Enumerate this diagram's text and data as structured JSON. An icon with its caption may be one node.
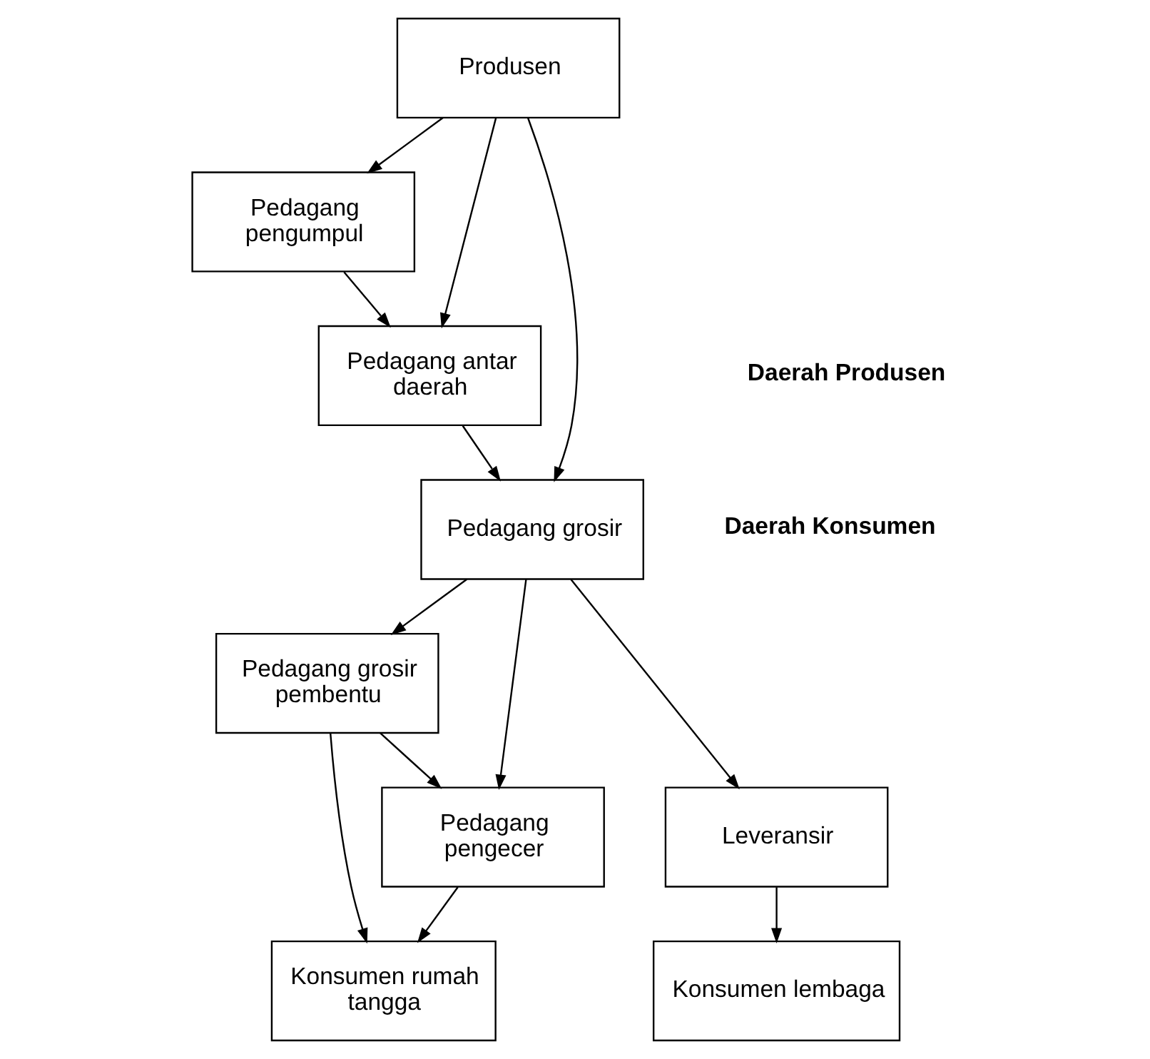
{
  "diagram": {
    "nodes": [
      {
        "text": [
          "Produsen"
        ]
      },
      {
        "text": [
          "Pedagang pengumpul"
        ]
      },
      {
        "text": [
          "Pedagang antar daerah"
        ]
      },
      {
        "text": [
          "Pedagang grosir"
        ]
      },
      {
        "text": [
          "Pedagang grosir pembentu"
        ]
      },
      {
        "text": [
          "Leveransir"
        ]
      },
      {
        "text": [
          "Pedagang pengecer"
        ]
      },
      {
        "text": [
          "Konsumen lembaga"
        ]
      },
      {
        "text": [
          "Konsumen rumah tangga"
        ]
      }
    ],
    "edges": [
      {
        "from": 0,
        "to": 1,
        "arrow": "to"
      },
      {
        "from": 0,
        "to": 2,
        "arrow": "to"
      },
      {
        "from": 1,
        "to": 2,
        "arrow": "to"
      },
      {
        "from": 0,
        "to": 3,
        "arrow": "to"
      },
      {
        "from": 2,
        "to": 3,
        "arrow": "to"
      },
      {
        "from": 3,
        "to": 4,
        "arrow": "to"
      },
      {
        "from": 3,
        "to": 5,
        "arrow": "to"
      },
      {
        "from": 3,
        "to": 6,
        "arrow": "to"
      },
      {
        "from": 4,
        "to": 6,
        "arrow": "to"
      },
      {
        "from": 4,
        "to": 8,
        "arrow": "to"
      },
      {
        "from": 5,
        "to": 7,
        "arrow": "to"
      },
      {
        "from": 6,
        "to": 8,
        "arrow": "to"
      }
    ],
    "labels": [
      "Daerah Produsen",
      "Daerah Konsumen"
    ]
  }
}
